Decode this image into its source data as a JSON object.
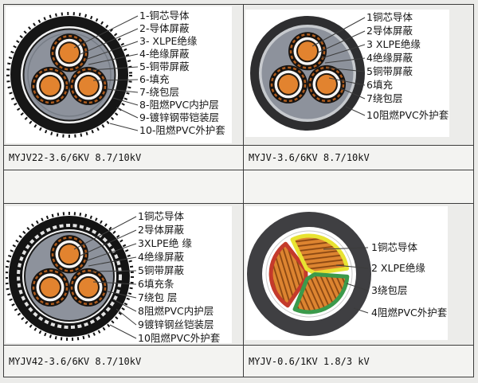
{
  "panels": [
    {
      "name": "steel-tape-armored-cable",
      "caption": "MYJV22-3.6/6KV 8.7/10kV",
      "diagram": "three-core-xlpe-cable-cross-section",
      "labels": [
        "1-铜芯导体",
        "2-导体屏蔽",
        "3- XLPE绝缘",
        "4-绝缘屏蔽",
        "5-铜带屏蔽",
        "6-填充",
        "7-绕包层",
        "8-阻燃PVC内护层",
        "9-镀锌钢带铠装层",
        "10-阻燃PVC外护套"
      ]
    },
    {
      "name": "unarmored-cable",
      "caption": "MYJV-3.6/6KV 8.7/10kV",
      "diagram": "three-core-xlpe-cable-cross-section",
      "labels": [
        "1铜芯导体",
        "2导体屏蔽",
        "3 XLPE绝缘",
        "4绝缘屏蔽",
        "5铜带屏蔽",
        "6填充",
        "7绕包层",
        "10阻燃PVC外护套"
      ]
    },
    {
      "name": "steel-wire-armored-cable",
      "caption": "MYJV42-3.6/6KV 8.7/10kV",
      "diagram": "three-core-xlpe-cable-cross-section",
      "labels": [
        "1铜芯导体",
        "2导体屏蔽",
        "3XLPE绝 缘",
        "4绝缘屏蔽",
        "5铜带屏蔽",
        "6填充条",
        "7绕包 层",
        "8阻燃PVC内护层",
        "9镀锌钢丝铠装层",
        "10阻燃PVC外护套"
      ]
    },
    {
      "name": "low-voltage-sector-cable",
      "caption": "MYJV-0.6/1KV 1.8/3 kV",
      "diagram": "three-sector-conductor-cable-cross-section",
      "labels": [
        "1铜芯导体",
        "2 XLPE绝缘",
        "3绕包层",
        "4阻燃PVC外护套"
      ]
    }
  ],
  "colors": {
    "copper_conductor": "#e2832f",
    "filler_gray": "#8d929c",
    "sheath_black": "#161616",
    "sector_red": "#c43a2b",
    "sector_yellow": "#e8e332",
    "sector_green": "#3b9a4b",
    "outer_sheath_gray": "#3f3f42"
  }
}
